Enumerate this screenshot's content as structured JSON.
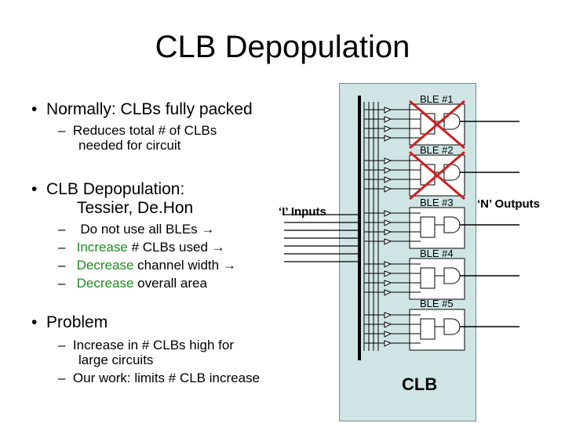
{
  "title": "CLB Depopulation",
  "bullets": {
    "b1": "Normally: CLBs fully packed",
    "b1_sub": [
      "Reduces total # of CLBs",
      "needed for circuit"
    ],
    "b2_line1": "CLB Depopulation:",
    "b2_line2": "Tessier,  De.Hon",
    "b2_subs": [
      {
        "dash": "–",
        "pre": "",
        "colored": "",
        "post": "Do not use all BLEs"
      },
      {
        "dash": "–",
        "pre": "",
        "colored": "Increase",
        "post": " # CLBs used"
      },
      {
        "dash": "–",
        "pre": "",
        "colored": "Decrease",
        "post": " channel width"
      },
      {
        "dash": "–",
        "pre": "",
        "colored": "Decrease",
        "post": " overall area"
      }
    ],
    "b3": "Problem",
    "b3_sub1": [
      "Increase in # CLBs high for",
      "large circuits"
    ],
    "b3_sub2": "Our work: limits # CLB increase"
  },
  "bullet_char": "•",
  "arrow_char": "→",
  "diagram": {
    "inputs_label": "‘I’ Inputs",
    "outputs_label": "‘N’ Outputs",
    "clb_label": "CLB",
    "bles": [
      {
        "label": "BLE #1",
        "crossed": true
      },
      {
        "label": "BLE #2",
        "crossed": true
      },
      {
        "label": "BLE #3",
        "crossed": false
      },
      {
        "label": "BLE #4",
        "crossed": false
      },
      {
        "label": "BLE #5",
        "crossed": false
      }
    ],
    "colors": {
      "panel": "#cfe5e5",
      "cross": "#d21e1e",
      "green": "#1e8c1e"
    }
  }
}
